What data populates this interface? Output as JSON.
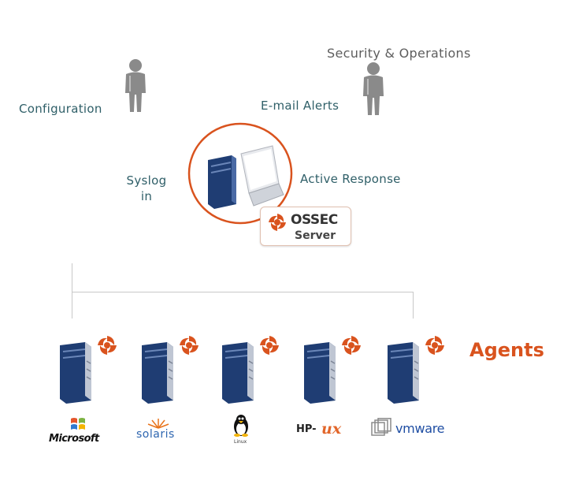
{
  "labels": {
    "configuration": "Configuration",
    "security_operations": "Security & Operations",
    "email_alerts": "E-mail Alerts",
    "syslog_line1": "Syslog",
    "syslog_line2": "in",
    "active_response": "Active Response",
    "agents": "Agents"
  },
  "server_badge": {
    "brand": "OSSEC",
    "role": "Server"
  },
  "platforms": {
    "microsoft": "Microsoft",
    "solaris": "solaris",
    "linux": "Linux",
    "hpux_hp": "HP-",
    "hpux_ux": "ux",
    "vmware": "vmware"
  },
  "colors": {
    "accent": "#d9531e",
    "label_teal": "#2f5f68",
    "server_blue": "#1f3d73"
  },
  "icons": [
    "person-icon",
    "server-icon",
    "laptop-icon",
    "ossec-spiral-icon",
    "windows-flag-icon",
    "tux-penguin-icon",
    "vmware-boxes-icon"
  ]
}
